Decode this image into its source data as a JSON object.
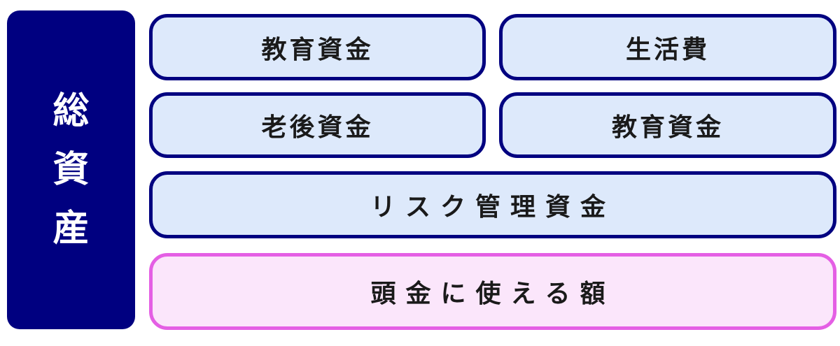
{
  "side": {
    "chars": [
      "総",
      "資",
      "産"
    ]
  },
  "boxes": {
    "top_left": "教育資金",
    "top_right": "生活費",
    "mid_left": "老後資金",
    "mid_right": "教育資金",
    "risk": "リスク管理資金",
    "down_payment": "頭金に使える額"
  },
  "colors": {
    "navy": "#000080",
    "box_fill": "#dde9fb",
    "pink_border": "#e45fe4",
    "pink_fill": "#fbe6fb"
  }
}
